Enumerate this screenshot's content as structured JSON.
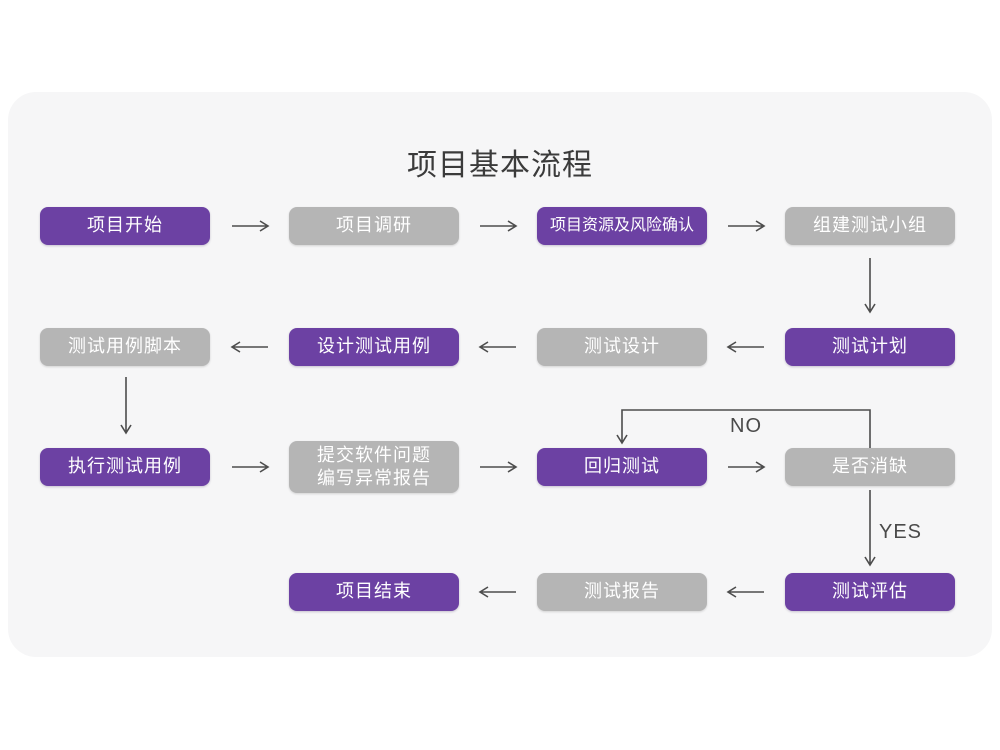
{
  "title": "项目基本流程",
  "labels": {
    "no": "NO",
    "yes": "YES"
  },
  "colors": {
    "accent_purple": "#6c41a3",
    "node_gray": "#b5b5b5",
    "card_background": "#f6f6f7",
    "arrow": "#4d4d4d",
    "title_text": "#3b3b3b"
  },
  "nodes": [
    {
      "id": "start",
      "label": "项目开始",
      "type": "purple"
    },
    {
      "id": "research",
      "label": "项目调研",
      "type": "gray"
    },
    {
      "id": "risk",
      "label": "项目资源及风险确认",
      "type": "purple"
    },
    {
      "id": "team",
      "label": "组建测试小组",
      "type": "gray"
    },
    {
      "id": "plan",
      "label": "测试计划",
      "type": "purple"
    },
    {
      "id": "test-design",
      "label": "测试设计",
      "type": "gray"
    },
    {
      "id": "case-design",
      "label": "设计测试用例",
      "type": "purple"
    },
    {
      "id": "case-script",
      "label": "测试用例脚本",
      "type": "gray"
    },
    {
      "id": "execute",
      "label": "执行测试用例",
      "type": "purple"
    },
    {
      "id": "issue-report",
      "label": "提交软件问题",
      "label2": "编写异常报告",
      "type": "gray"
    },
    {
      "id": "regression",
      "label": "回归测试",
      "type": "purple"
    },
    {
      "id": "defect-check",
      "label": "是否消缺",
      "type": "gray"
    },
    {
      "id": "evaluate",
      "label": "测试评估",
      "type": "purple"
    },
    {
      "id": "report",
      "label": "测试报告",
      "type": "gray"
    },
    {
      "id": "end",
      "label": "项目结束",
      "type": "purple"
    }
  ]
}
